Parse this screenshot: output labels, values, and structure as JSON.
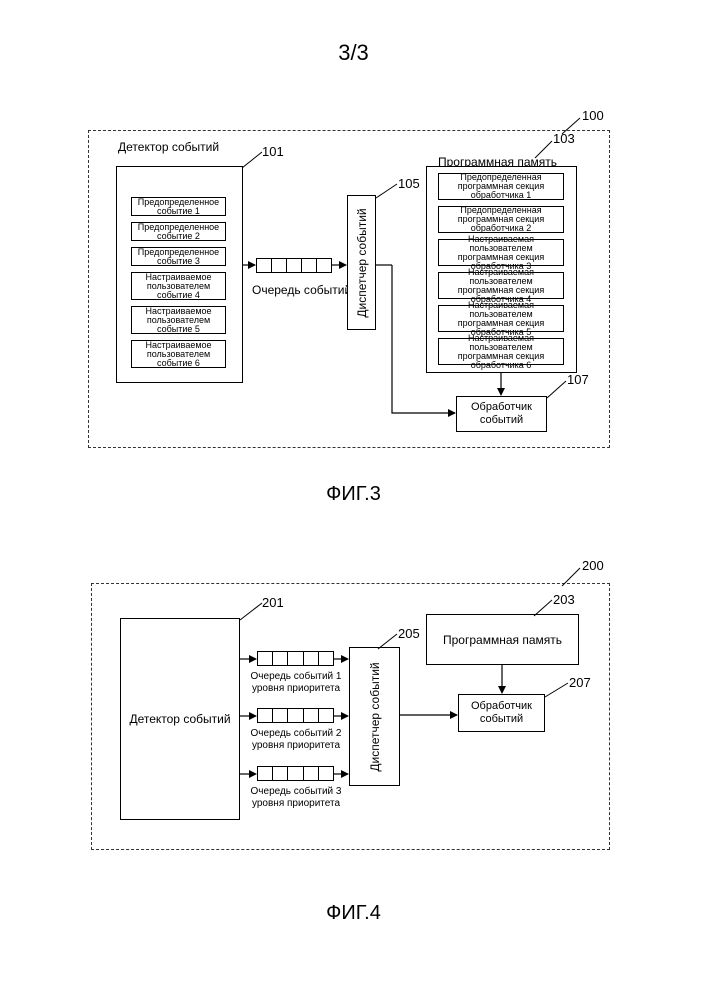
{
  "page_number": "3/3",
  "fig3": {
    "caption": "ФИГ.3",
    "system_ref": "100",
    "detector": {
      "title": "Детектор событий",
      "ref": "101",
      "events": [
        "Предопределенное событие 1",
        "Предопределенное событие 2",
        "Предопределенное событие 3",
        "Настраиваемое пользователем событие 4",
        "Настраиваемое пользователем событие 5",
        "Настраиваемое пользователем событие 6"
      ]
    },
    "queue_label": "Очередь событий",
    "dispatcher": {
      "label": "Диспетчер событий",
      "ref": "105"
    },
    "memory": {
      "title": "Программная память",
      "ref": "103",
      "sections": [
        "Предопределенная программная секция обработчика 1",
        "Предопределенная программная секция обработчика 2",
        "Настраиваемая пользователем программная секция обработчика 3",
        "Настраиваемая пользователем программная секция обработчика 4",
        "Настраиваемая пользователем программная секция обработчика 5",
        "Настраиваемая пользователем программная секция обработчика 6"
      ]
    },
    "handler": {
      "label": "Обработчик событий",
      "ref": "107"
    }
  },
  "fig4": {
    "caption": "ФИГ.4",
    "system_ref": "200",
    "detector": {
      "label": "Детектор событий",
      "ref": "201"
    },
    "queues": [
      {
        "line1": "Очередь событий 1",
        "line2": "уровня приоритета"
      },
      {
        "line1": "Очередь событий 2",
        "line2": "уровня приоритета"
      },
      {
        "line1": "Очередь событий 3",
        "line2": "уровня приоритета"
      }
    ],
    "dispatcher": {
      "label": "Диспетчер событий",
      "ref": "205"
    },
    "memory": {
      "label": "Программная память",
      "ref": "203"
    },
    "handler": {
      "label": "Обработчик событий",
      "ref": "207"
    }
  }
}
